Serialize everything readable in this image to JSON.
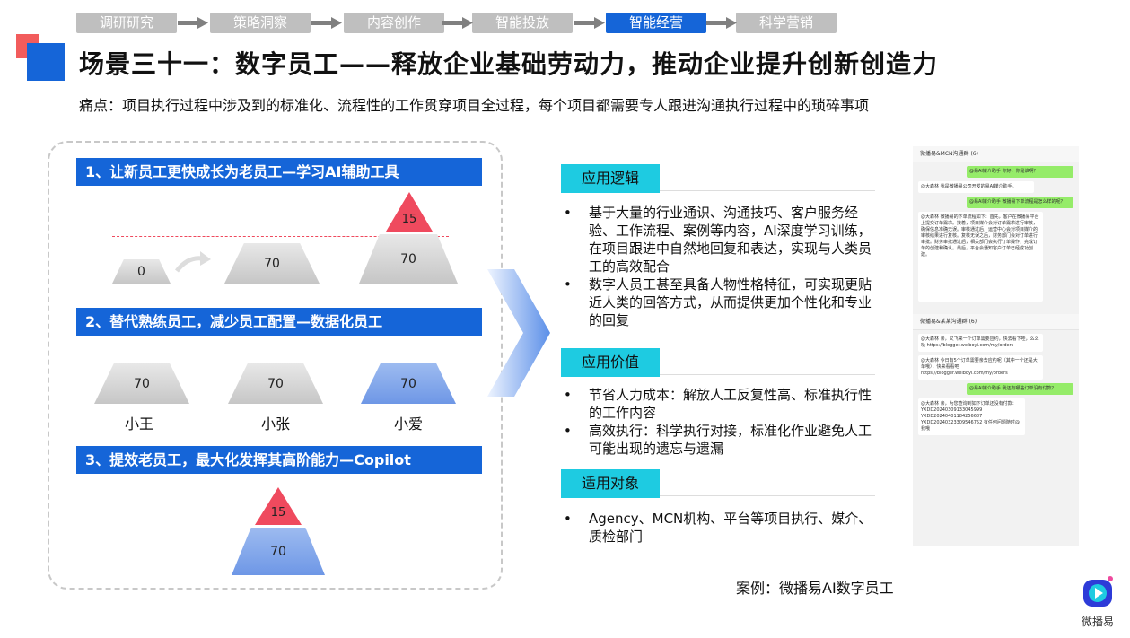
{
  "steps": [
    "调研研究",
    "策略洞察",
    "内容创作",
    "智能投放",
    "智能经营",
    "科学营销"
  ],
  "active_step": "智能经营",
  "title": "场景三十一：数字员工——释放企业基础劳动力，推动企业提升创新创造力",
  "subtitle": "痛点：项目执行过程中涉及到的标准化、流程性的工作贯穿项目全过程，每个项目都需要专人跟进沟通执行过程中的琐碎事项",
  "left": {
    "sec1": {
      "title": "1、让新员工更快成长为老员工—学习AI辅助工具",
      "values": [
        "0",
        "70",
        "70"
      ],
      "top": "15"
    },
    "sec2": {
      "title": "2、替代熟练员工，减少员工配置—数据化员工",
      "values": [
        "70",
        "70",
        "70"
      ],
      "names": [
        "小王",
        "小张",
        "小爱"
      ]
    },
    "sec3": {
      "title": "3、提效老员工，最大化发挥其高阶能力—Copilot",
      "top": "15",
      "base": "70"
    }
  },
  "right": {
    "logic": {
      "label": "应用逻辑",
      "items": [
        "基于大量的行业通识、沟通技巧、客户服务经验、工作流程、案例等内容，AI深度学习训练，在项目跟进中自然地回复和表达，实现与人类员工的高效配合",
        "数字人员工甚至具备人物性格特征，可实现更贴近人类的回答方式，从而提供更加个性化和专业的回复"
      ]
    },
    "value": {
      "label": "应用价值",
      "items": [
        "节省人力成本：解放人工反复性高、标准执行性的工作内容",
        "高效执行：科学执行对接，标准化作业避免人工可能出现的遗忘与遗漏"
      ]
    },
    "target": {
      "label": "适用对象",
      "items": [
        "Agency、MCN机构、平台等项目执行、媒介、质检部门"
      ]
    }
  },
  "chat": {
    "group1": "微播易&MCN沟通群 (6)",
    "m1": "@易AI媒介助手 你好，你是谁啊？",
    "m2": "@大森林 我是微播易公司开发的易AI媒介助手。",
    "m3": "@易AI媒介助手 微播易下单流程是怎么样的呢？",
    "m4": "@大森林 微播易的下单流程如下：首先，客户在微播易平台上提交订单需求。接着，项目媒介会对订单需求进行审核，确保信息准确无误。审核通过后，运营中心会对项目媒介的审核结果进行复核。复核无误之后，财务部门会对订单进行审批。财务审批通过后，相关部门会执行订单操作，完成订单的创建和确认。最后，平台会通知客户订单已经成功创建。",
    "group2": "微播易&某某沟通群 (6)",
    "m5": "@大森林 亲，又飞来一个订单需要应约，快去看下哇，么么哒 https://blogger.weiboyi.com/my/orders",
    "m6": "@大森林 今日有5个订单需要亲去应约呢（其中一个还是大单哦），快来看看吧 https://blogger.weiboyi.com/my/orders",
    "m7": "@易AI媒介助手 我还有哪些订单没有付款？",
    "m8": "@大森林 亲，为您查询到如下订单还没有付款：YXDD20240309133045999 YXDD20240401184256687 YXDD20240323309546752 有任何问题随时@我哦"
  },
  "case": "案例：微播易AI数字员工",
  "logo_text": "微播易",
  "colors": {
    "blue": "#1565d8",
    "cyan": "#1ecbe1",
    "red": "#ef4a5e"
  }
}
